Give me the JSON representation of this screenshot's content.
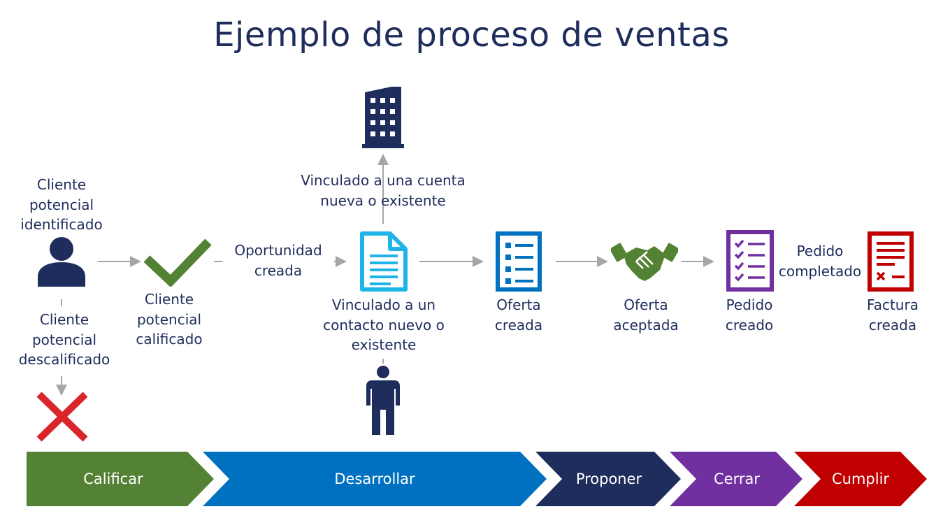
{
  "title": "Ejemplo de proceso de ventas",
  "labels": {
    "lead_identified": "Cliente\npotencial\nidentificado",
    "lead_disqualified": "Cliente\npotencial\ndescalificado",
    "lead_qualified": "Cliente\npotencial\ncalificado",
    "opportunity_created": "Oportunidad\ncreada",
    "linked_account": "Vinculado a una cuenta\nnueva o existente",
    "linked_contact": "Vinculado a un\ncontacto nuevo o\nexistente",
    "quote_created": "Oferta\ncreada",
    "quote_accepted": "Oferta\naceptada",
    "order_created": "Pedido\ncreado",
    "order_completed": "Pedido\ncompletado",
    "invoice_created": "Factura\ncreada"
  },
  "icons": {
    "person": "person-icon",
    "checkmark": "checkmark-icon",
    "document": "document-icon",
    "building": "building-icon",
    "contact": "contact-person-icon",
    "quote": "quote-list-icon",
    "handshake": "handshake-icon",
    "order": "order-checklist-icon",
    "invoice": "invoice-icon",
    "cross": "cross-icon"
  },
  "stages": [
    {
      "label": "Calificar",
      "color": "#548235"
    },
    {
      "label": "Desarrollar",
      "color": "#0070c0"
    },
    {
      "label": "Proponer",
      "color": "#1f2d5c"
    },
    {
      "label": "Cerrar",
      "color": "#7030a0"
    },
    {
      "label": "Cumplir",
      "color": "#c00000"
    }
  ],
  "colors": {
    "text": "#1f2d5c",
    "arrow": "#a6a6a6",
    "green": "#548235",
    "blue": "#0070c0",
    "light_blue": "#1fb4e8",
    "navy": "#1f2d5c",
    "purple": "#7030a0",
    "red": "#c00000",
    "cross_red": "#d9262b"
  }
}
